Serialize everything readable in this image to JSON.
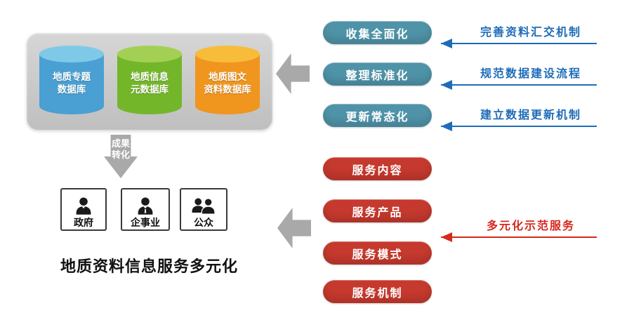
{
  "colors": {
    "teal_pill": "#4f93a8",
    "red_pill": "#c6392e",
    "blue_note": "#1e6cb8",
    "red_note": "#d6281e",
    "gray_arrow": "#a9a9a9",
    "panel_gray": "#c9c9c9"
  },
  "databases": [
    {
      "label": "地质专题\n数据库",
      "body": "#4aa0d2",
      "top": "#7fc9e8"
    },
    {
      "label": "地质信息\n元数据库",
      "body": "#74b62a",
      "top": "#a3d054"
    },
    {
      "label": "地质图文\n资料数据库",
      "body": "#f0951e",
      "top": "#f7bd3a"
    }
  ],
  "transform_arrow_label": "成果\n转化",
  "audiences": [
    {
      "label": "政府",
      "icon": "person-icon"
    },
    {
      "label": "企事业",
      "icon": "person-tie-icon"
    },
    {
      "label": "公众",
      "icon": "people-icon"
    }
  ],
  "bottom_title": "地质资料信息服务多元化",
  "collection_pills": [
    {
      "label": "收集全面化",
      "note": "完善资料汇交机制"
    },
    {
      "label": "整理标准化",
      "note": "规范数据建设流程"
    },
    {
      "label": "更新常态化",
      "note": "建立数据更新机制"
    }
  ],
  "service_pills": [
    {
      "label": "服务内容"
    },
    {
      "label": "服务产品"
    },
    {
      "label": "服务模式"
    },
    {
      "label": "服务机制"
    }
  ],
  "service_note": "多元化示范服务"
}
